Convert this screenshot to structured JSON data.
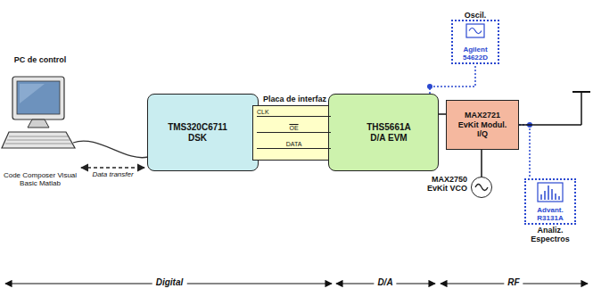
{
  "diagram": {
    "nodes": [
      {
        "text": [
          "PC de control",
          "Code Composer Visual Basic Matlab"
        ]
      },
      {
        "text": [
          "TMS320C6711 DSK"
        ]
      },
      {
        "text": [
          "Placa de interfaz",
          "CLK",
          "OE",
          "DATA"
        ]
      },
      {
        "text": [
          "THS5661A D/A EVM"
        ]
      },
      {
        "text": [
          "MAX2721 EvKit Modul. I/Q"
        ]
      },
      {
        "text": [
          "MAX2750 EvKit VCO"
        ]
      },
      {
        "text": [
          "Oscil.",
          "Agilent 54622D"
        ]
      },
      {
        "text": [
          "Advant. R3131A",
          "Analiz. Espectros"
        ]
      }
    ],
    "edges": [
      {
        "from": 0,
        "to": 1,
        "arrow": "both",
        "label": "Data transfer"
      },
      {
        "from": 3,
        "to": 4,
        "arrow": "none"
      },
      {
        "from": 3,
        "to": 6,
        "arrow": "none"
      },
      {
        "from": 5,
        "to": 4,
        "arrow": "none"
      },
      {
        "from": 4,
        "to": 7,
        "arrow": "none"
      }
    ],
    "labels": [
      "Digital",
      "D/A",
      "RF"
    ]
  }
}
